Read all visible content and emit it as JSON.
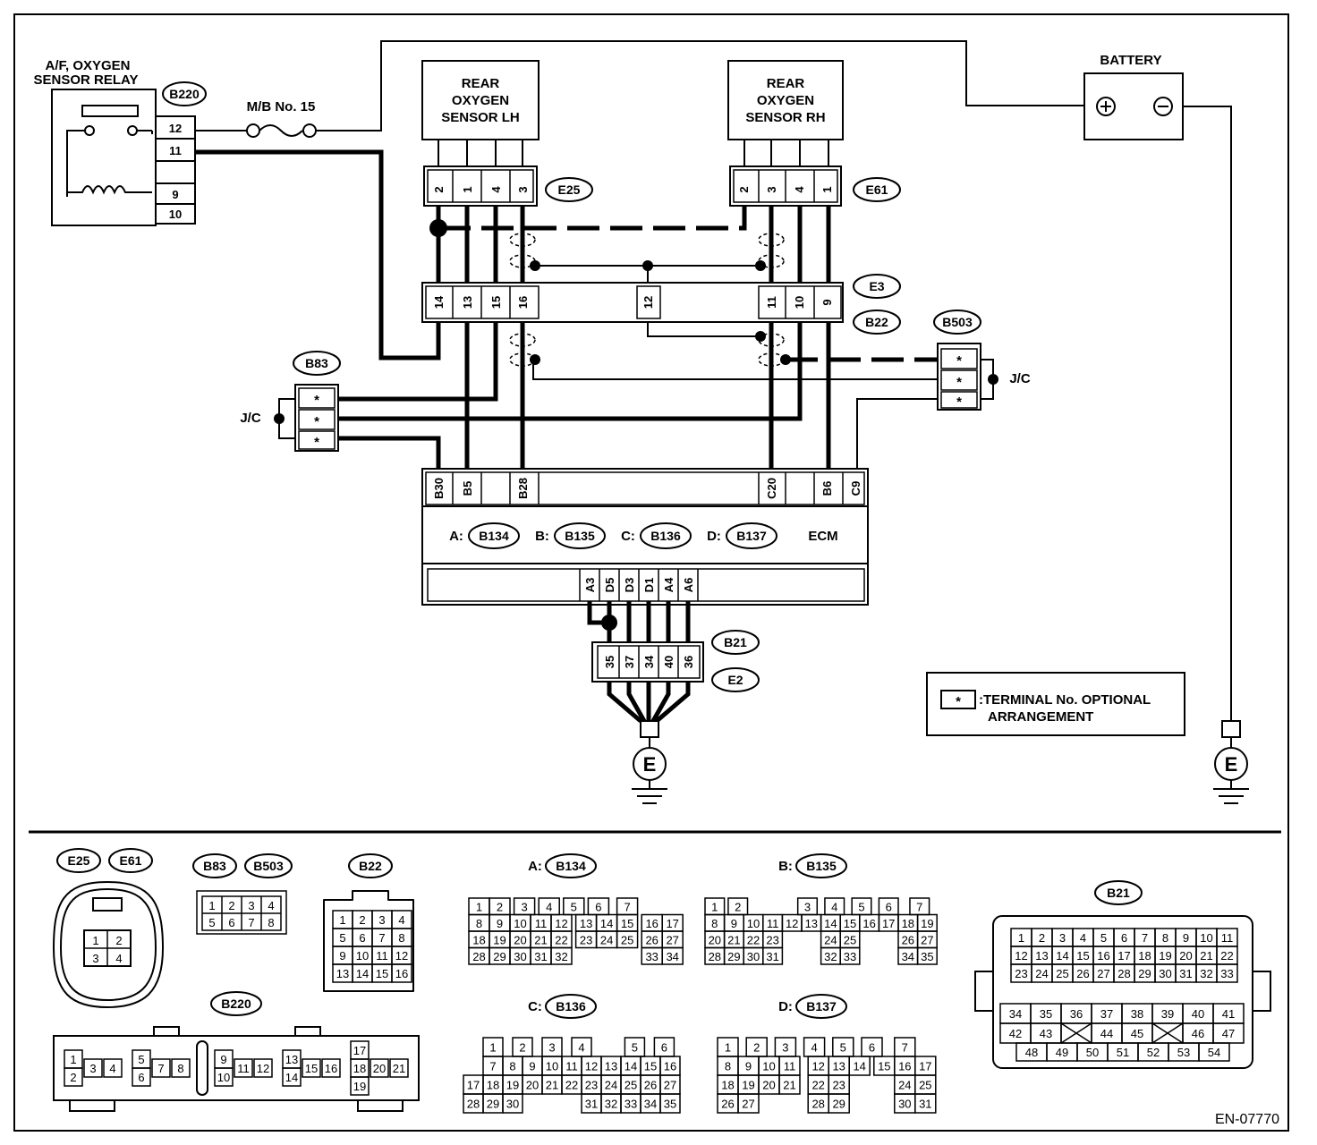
{
  "figure_id": "EN-07770",
  "components": {
    "relay": {
      "title_line1": "A/F, OXYGEN",
      "title_line2": "SENSOR RELAY",
      "connector": "B220",
      "pins": [
        "12",
        "11",
        "9",
        "10"
      ]
    },
    "fuse": {
      "label": "M/B No. 15"
    },
    "battery": {
      "label": "BATTERY"
    },
    "rear_sensor_lh": {
      "line1": "REAR",
      "line2": "OXYGEN",
      "line3": "SENSOR LH",
      "connector": "E25",
      "pins": [
        "2",
        "1",
        "4",
        "3"
      ]
    },
    "rear_sensor_rh": {
      "line1": "REAR",
      "line2": "OXYGEN",
      "line3": "SENSOR RH",
      "connector": "E61",
      "pins": [
        "2",
        "3",
        "4",
        "1"
      ]
    },
    "joint_connector": {
      "top": "E3",
      "bottom": "B22",
      "pins": [
        "14",
        "13",
        "15",
        "16",
        "12",
        "11",
        "10",
        "9"
      ]
    },
    "jc_left": {
      "connector": "B83",
      "label": "J/C",
      "pins": [
        "*",
        "*",
        "*"
      ]
    },
    "jc_right": {
      "connector": "B503",
      "label": "J/C",
      "pins": [
        "*",
        "*",
        "*"
      ]
    },
    "ecm": {
      "label": "ECM",
      "top_pins": [
        "B30",
        "B5",
        "B28",
        "C20",
        "B6",
        "C9"
      ],
      "bottom_pins": [
        "A3",
        "D5",
        "D3",
        "D1",
        "A4",
        "A6"
      ],
      "connectors": [
        {
          "prefix": "A:",
          "name": "B134"
        },
        {
          "prefix": "B:",
          "name": "B135"
        },
        {
          "prefix": "C:",
          "name": "B136"
        },
        {
          "prefix": "D:",
          "name": "B137"
        }
      ]
    },
    "ground_connector": {
      "top": "B21",
      "bottom": "E2",
      "pins": [
        "35",
        "37",
        "34",
        "40",
        "36"
      ]
    },
    "ground_label": "E"
  },
  "legend": {
    "symbol": "*",
    "line1": ":TERMINAL No. OPTIONAL",
    "line2": "ARRANGEMENT"
  },
  "connector_views": {
    "e25_e61": {
      "names": [
        "E25",
        "E61"
      ],
      "rows": [
        [
          "1",
          "2"
        ],
        [
          "3",
          "4"
        ]
      ]
    },
    "b83_b503": {
      "names": [
        "B83",
        "B503"
      ],
      "rows": [
        [
          "1",
          "2",
          "3",
          "4"
        ],
        [
          "5",
          "6",
          "7",
          "8"
        ]
      ]
    },
    "b22": {
      "name": "B22",
      "rows": [
        [
          "1",
          "2",
          "3",
          "4"
        ],
        [
          "5",
          "6",
          "7",
          "8"
        ],
        [
          "9",
          "10",
          "11",
          "12"
        ],
        [
          "13",
          "14",
          "15",
          "16"
        ]
      ]
    },
    "b134": {
      "prefix": "A:",
      "name": "B134",
      "rows": [
        [
          "1",
          "2",
          "3",
          "4",
          "5",
          "6",
          "7"
        ],
        [
          "8",
          "9",
          "10",
          "11",
          "12",
          "13",
          "14",
          "15",
          "16",
          "17"
        ],
        [
          "18",
          "19",
          "20",
          "21",
          "22",
          "23",
          "24",
          "25",
          "26",
          "27"
        ],
        [
          "28",
          "29",
          "30",
          "31",
          "32",
          "33",
          "34"
        ]
      ]
    },
    "b135": {
      "prefix": "B:",
      "name": "B135",
      "rows": [
        [
          "1",
          "2",
          "3",
          "4",
          "5",
          "6",
          "7"
        ],
        [
          "8",
          "9",
          "10",
          "11",
          "12",
          "13",
          "14",
          "15",
          "16",
          "17",
          "18",
          "19"
        ],
        [
          "20",
          "21",
          "22",
          "23",
          "24",
          "25",
          "26",
          "27"
        ],
        [
          "28",
          "29",
          "30",
          "31",
          "32",
          "33",
          "34",
          "35"
        ]
      ]
    },
    "b136": {
      "prefix": "C:",
      "name": "B136",
      "rows": [
        [
          "1",
          "2",
          "3",
          "4",
          "5",
          "6"
        ],
        [
          "7",
          "8",
          "9",
          "10",
          "11",
          "12",
          "13",
          "14",
          "15",
          "16"
        ],
        [
          "17",
          "18",
          "19",
          "20",
          "21",
          "22",
          "23",
          "24",
          "25",
          "26",
          "27"
        ],
        [
          "28",
          "29",
          "30",
          "31",
          "32",
          "33",
          "34",
          "35"
        ]
      ]
    },
    "b137": {
      "prefix": "D:",
      "name": "B137",
      "rows": [
        [
          "1",
          "2",
          "3",
          "4",
          "5",
          "6",
          "7"
        ],
        [
          "8",
          "9",
          "10",
          "11",
          "12",
          "13",
          "14",
          "15",
          "16",
          "17"
        ],
        [
          "18",
          "19",
          "20",
          "21",
          "22",
          "23",
          "24",
          "25"
        ],
        [
          "26",
          "27",
          "28",
          "29",
          "30",
          "31"
        ]
      ]
    },
    "b21": {
      "name": "B21",
      "rows": [
        [
          "1",
          "2",
          "3",
          "4",
          "5",
          "6",
          "7",
          "8",
          "9",
          "10",
          "11"
        ],
        [
          "12",
          "13",
          "14",
          "15",
          "16",
          "17",
          "18",
          "19",
          "20",
          "21",
          "22"
        ],
        [
          "23",
          "24",
          "25",
          "26",
          "27",
          "28",
          "29",
          "30",
          "31",
          "32",
          "33"
        ],
        [
          "34",
          "35",
          "36",
          "37",
          "38",
          "39",
          "40",
          "41"
        ],
        [
          "42",
          "43",
          "44",
          "45",
          "46",
          "47"
        ],
        [
          "48",
          "49",
          "50",
          "51",
          "52",
          "53",
          "54"
        ]
      ]
    },
    "b220": {
      "name": "B220",
      "pins": [
        "1",
        "2",
        "3",
        "4",
        "5",
        "6",
        "7",
        "8",
        "9",
        "10",
        "11",
        "12",
        "13",
        "14",
        "15",
        "16",
        "17",
        "18",
        "19",
        "20",
        "21"
      ]
    }
  }
}
